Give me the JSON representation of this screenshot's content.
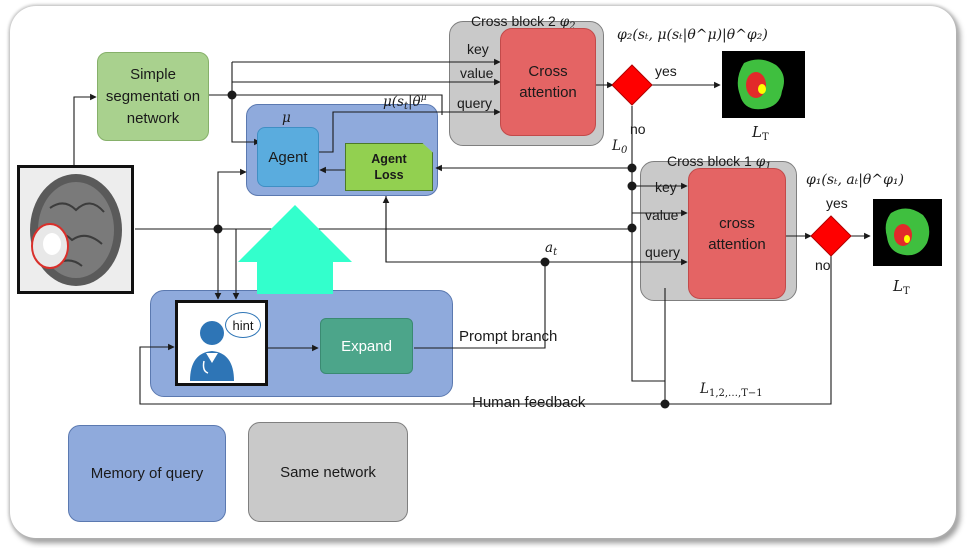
{
  "boxes": {
    "simple_seg": "Simple segmentati on network",
    "agent": "Agent",
    "agent_loss": "Agent Loss",
    "cross_attention_2": "Cross attention",
    "cross_attention_1": "cross attention",
    "expand": "Expand",
    "memory_legend": "Memory of query",
    "same_network_legend": "Same network",
    "hint": "hint"
  },
  "labels": {
    "cross_block_2": "Cross block 2",
    "cross_block_1": "Cross block 1",
    "key": "key",
    "value": "value",
    "query": "query",
    "yes": "yes",
    "no": "no",
    "prompt_branch": "Prompt branch",
    "human_feedback": "Human feedback"
  },
  "math": {
    "phi2": "φ",
    "phi2_sub": "2",
    "phi1": "φ",
    "phi1_sub": "1",
    "mu": "μ",
    "mu_expr": "μ(s",
    "mu_expr_tail": "|θ",
    "mu_expr_sup": "μ",
    "out2": "φ₂(sₜ, μ(sₜ|θ^μ)|θ^φ₂)",
    "out1": "φ₁(sₜ, aₜ|θ^φ₁)",
    "lt": "L",
    "lt_sub": "T",
    "l0": "L",
    "l0_sub": "0",
    "at": "a",
    "at_sub": "t",
    "lseq": "L",
    "lseq_sub": "1,2,…,T−1"
  },
  "colors": {
    "green_box": "#a9d18e",
    "blue_box": "#8faadc",
    "agent_blue": "#5aacde",
    "agent_loss_green": "#92d050",
    "gray_block": "#c9c9c9",
    "red_attention": "#e46464",
    "diamond_red": "#ff0000",
    "expand_teal": "#4ca58a",
    "big_arrow": "#33ffcc",
    "doctor_blue": "#2e75b6"
  }
}
